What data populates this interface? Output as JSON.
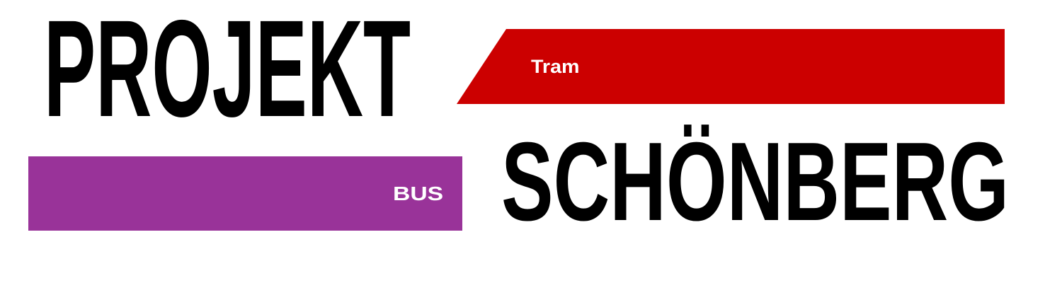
{
  "logo": {
    "line1": "PROJEKT",
    "line2": "SCHÖNBERG"
  },
  "tram_bar": {
    "label": "Tram",
    "color": "#cc0000"
  },
  "bus_bar": {
    "label": "BUS",
    "color": "#993399"
  },
  "text_color": "#000000"
}
